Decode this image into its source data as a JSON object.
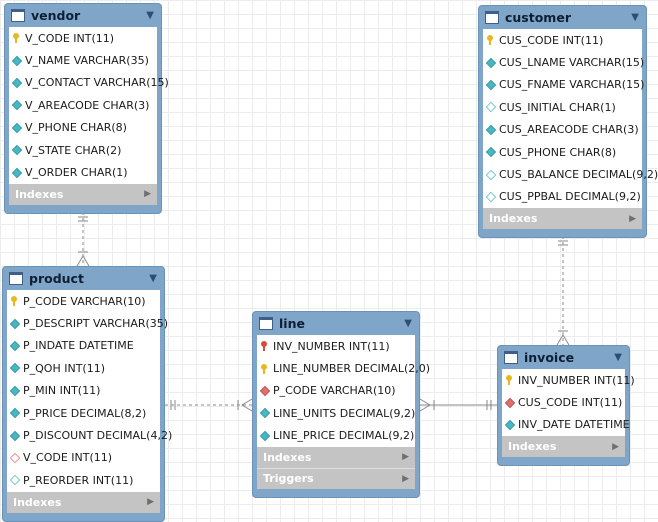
{
  "tables": {
    "vendor": {
      "name": "vendor",
      "columns": [
        {
          "label": "V_CODE INT(11)",
          "icon": "primary-key-icon"
        },
        {
          "label": "V_NAME VARCHAR(35)",
          "icon": "not-null-column-icon"
        },
        {
          "label": "V_CONTACT VARCHAR(15)",
          "icon": "not-null-column-icon"
        },
        {
          "label": "V_AREACODE CHAR(3)",
          "icon": "not-null-column-icon"
        },
        {
          "label": "V_PHONE CHAR(8)",
          "icon": "not-null-column-icon"
        },
        {
          "label": "V_STATE CHAR(2)",
          "icon": "not-null-column-icon"
        },
        {
          "label": "V_ORDER CHAR(1)",
          "icon": "not-null-column-icon"
        }
      ],
      "sections": [
        "Indexes"
      ]
    },
    "customer": {
      "name": "customer",
      "columns": [
        {
          "label": "CUS_CODE INT(11)",
          "icon": "primary-key-icon"
        },
        {
          "label": "CUS_LNAME VARCHAR(15)",
          "icon": "not-null-column-icon"
        },
        {
          "label": "CUS_FNAME VARCHAR(15)",
          "icon": "not-null-column-icon"
        },
        {
          "label": "CUS_INITIAL CHAR(1)",
          "icon": "nullable-column-icon"
        },
        {
          "label": "CUS_AREACODE CHAR(3)",
          "icon": "not-null-column-icon"
        },
        {
          "label": "CUS_PHONE CHAR(8)",
          "icon": "not-null-column-icon"
        },
        {
          "label": "CUS_BALANCE DECIMAL(9,2)",
          "icon": "nullable-column-icon"
        },
        {
          "label": "CUS_PPBAL DECIMAL(9,2)",
          "icon": "nullable-column-icon"
        }
      ],
      "sections": [
        "Indexes"
      ]
    },
    "product": {
      "name": "product",
      "columns": [
        {
          "label": "P_CODE VARCHAR(10)",
          "icon": "primary-key-icon"
        },
        {
          "label": "P_DESCRIPT VARCHAR(35)",
          "icon": "not-null-column-icon"
        },
        {
          "label": "P_INDATE DATETIME",
          "icon": "not-null-column-icon"
        },
        {
          "label": "P_QOH INT(11)",
          "icon": "not-null-column-icon"
        },
        {
          "label": "P_MIN INT(11)",
          "icon": "not-null-column-icon"
        },
        {
          "label": "P_PRICE DECIMAL(8,2)",
          "icon": "not-null-column-icon"
        },
        {
          "label": "P_DISCOUNT DECIMAL(4,2)",
          "icon": "not-null-column-icon"
        },
        {
          "label": "V_CODE INT(11)",
          "icon": "foreign-key-nullable-icon"
        },
        {
          "label": "P_REORDER INT(11)",
          "icon": "nullable-column-icon"
        }
      ],
      "sections": [
        "Indexes"
      ]
    },
    "line": {
      "name": "line",
      "columns": [
        {
          "label": "INV_NUMBER INT(11)",
          "icon": "primary-foreign-key-icon"
        },
        {
          "label": "LINE_NUMBER DECIMAL(2,0)",
          "icon": "primary-key-icon"
        },
        {
          "label": "P_CODE VARCHAR(10)",
          "icon": "foreign-key-icon"
        },
        {
          "label": "LINE_UNITS DECIMAL(9,2)",
          "icon": "not-null-column-icon"
        },
        {
          "label": "LINE_PRICE DECIMAL(9,2)",
          "icon": "not-null-column-icon"
        }
      ],
      "sections": [
        "Indexes",
        "Triggers"
      ]
    },
    "invoice": {
      "name": "invoice",
      "columns": [
        {
          "label": "INV_NUMBER INT(11)",
          "icon": "primary-key-icon"
        },
        {
          "label": "CUS_CODE INT(11)",
          "icon": "foreign-key-icon"
        },
        {
          "label": "INV_DATE DATETIME",
          "icon": "not-null-column-icon"
        }
      ],
      "sections": [
        "Indexes"
      ]
    }
  },
  "icons": {
    "collapse": "triangle-down-icon",
    "expand": "triangle-right-icon",
    "table": "table-icon"
  },
  "colors": {
    "table_frame": "#7fa6c9",
    "section_bar": "#c4c4c4",
    "primary_key": "#e8b81e",
    "primary_foreign_key": "#d84a3a",
    "not_null": "#46b7c5",
    "foreign_key": "#e26d6d",
    "relationship_line": "#8a8a8a"
  }
}
